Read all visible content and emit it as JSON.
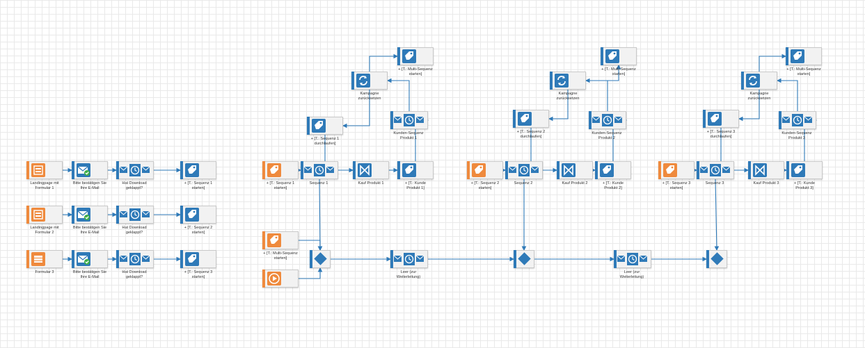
{
  "canvas": {
    "nodes": [
      {
        "id": "n1",
        "type": "orange-form",
        "icon": "landing-page-form-icon",
        "label": "Landingpage mit\nFormular 1"
      },
      {
        "id": "n2",
        "type": "email-check",
        "icon": "email-confirmed-icon",
        "label": "Bitte bestätigen Sie\nIhre E-Mail"
      },
      {
        "id": "n3",
        "type": "wait",
        "icon": "email-wait-email-icon",
        "label": "Hat Download\ngeklappt?"
      },
      {
        "id": "n4",
        "type": "tag",
        "icon": "tag-icon",
        "label": "+ [T.: Sequenz 1\nstarten]"
      },
      {
        "id": "n5",
        "type": "orange-form",
        "icon": "landing-page-form-icon",
        "label": "Landingpage mit\nFormular 2"
      },
      {
        "id": "n6",
        "type": "email-check",
        "icon": "email-confirmed-icon",
        "label": "Bitte bestätigen Sie\nIhre E-Mail"
      },
      {
        "id": "n7",
        "type": "wait",
        "icon": "email-wait-email-icon",
        "label": "Hat Download\ngeklappt?"
      },
      {
        "id": "n8",
        "type": "tag",
        "icon": "tag-icon",
        "label": "+ [T.: Sequenz 2\nstarten]"
      },
      {
        "id": "n9",
        "type": "orange-form2",
        "icon": "form-icon",
        "label": "Formular 3"
      },
      {
        "id": "n10",
        "type": "email-check",
        "icon": "email-confirmed-icon",
        "label": "Bitte bestätigen Sie\nIhre E-Mail"
      },
      {
        "id": "n11",
        "type": "wait",
        "icon": "email-wait-email-icon",
        "label": "Hat Download\ngeklappt?"
      },
      {
        "id": "n12",
        "type": "tag",
        "icon": "tag-icon",
        "label": "+ [T.: Sequenz 3\nstarten]"
      },
      {
        "id": "a1",
        "type": "orange-tag",
        "icon": "orange-tag-icon",
        "label": "+ [T.: Sequenz 1\nstarten]"
      },
      {
        "id": "a2",
        "type": "wait",
        "icon": "email-wait-email-icon",
        "label": "Sequenz 1"
      },
      {
        "id": "a3",
        "type": "product",
        "icon": "digistore-product-icon",
        "label": "Kauf Produkt 1"
      },
      {
        "id": "a4",
        "type": "tag",
        "icon": "tag-icon",
        "label": "+ [T.: Kunde\nProdukt 1]"
      },
      {
        "id": "a5",
        "type": "tag",
        "icon": "tag-icon",
        "label": "+ [T.: Sequenz 1\ndurchlaufen]"
      },
      {
        "id": "a6",
        "type": "reset",
        "icon": "reset-campaign-icon",
        "label": "Kampagne\nzurücksetzen"
      },
      {
        "id": "a7",
        "type": "tag",
        "icon": "tag-icon",
        "label": "+ [T.: Multi-Sequenz\nstarten]"
      },
      {
        "id": "a8",
        "type": "wait",
        "icon": "email-wait-email-icon",
        "label": "Kunden-Sequenz\nProdukt 1"
      },
      {
        "id": "b1",
        "type": "orange-tag",
        "icon": "orange-tag-icon",
        "label": "+ [T.: Sequenz 2\nstarten]"
      },
      {
        "id": "b2",
        "type": "wait",
        "icon": "email-wait-email-icon",
        "label": "Sequenz 2"
      },
      {
        "id": "b3",
        "type": "product",
        "icon": "digistore-product-icon",
        "label": "Kauf Produkt 2"
      },
      {
        "id": "b4",
        "type": "tag",
        "icon": "tag-icon",
        "label": "+ [T.: Kunde\nProdukt 2]"
      },
      {
        "id": "b5",
        "type": "tag",
        "icon": "tag-icon",
        "label": "+ [T.: Sequenz 2\ndurchlaufen]"
      },
      {
        "id": "b6",
        "type": "reset",
        "icon": "reset-campaign-icon",
        "label": "Kampagne\nzurücksetzen"
      },
      {
        "id": "b7",
        "type": "tag",
        "icon": "tag-icon",
        "label": "+ [T.: Multi-Sequenz\nstarten]"
      },
      {
        "id": "b8",
        "type": "wait",
        "icon": "email-wait-email-icon",
        "label": "Kunden-Sequenz\nProdukt 2"
      },
      {
        "id": "c1",
        "type": "orange-tag",
        "icon": "orange-tag-icon",
        "label": "+ [T.: Sequenz 3\nstarten]"
      },
      {
        "id": "c2",
        "type": "wait",
        "icon": "email-wait-email-icon",
        "label": "Sequenz 3"
      },
      {
        "id": "c3",
        "type": "product",
        "icon": "digistore-product-icon",
        "label": "Kauf Produkt 3"
      },
      {
        "id": "c4",
        "type": "tag",
        "icon": "tag-icon",
        "label": "+ [T.: Kunde\nProdukt 3]"
      },
      {
        "id": "c5",
        "type": "tag",
        "icon": "tag-icon",
        "label": "+ [T.: Sequenz 3\ndurchlaufen]"
      },
      {
        "id": "c6",
        "type": "reset",
        "icon": "reset-campaign-icon",
        "label": "Kampagne\nzurücksetzen"
      },
      {
        "id": "c7",
        "type": "tag",
        "icon": "tag-icon",
        "label": "+ [T.: Multi-Sequenz\nstarten]"
      },
      {
        "id": "c8",
        "type": "wait",
        "icon": "email-wait-email-icon",
        "label": "Kunden-Sequenz\nProdukt 3"
      },
      {
        "id": "m1",
        "type": "orange-tag",
        "icon": "orange-tag-icon",
        "label": "+ [T.: Multi-Sequenz\nstarten]"
      },
      {
        "id": "m2",
        "type": "orange-start",
        "icon": "play-start-icon",
        "label": ""
      },
      {
        "id": "d1",
        "type": "decision",
        "icon": "decision-diamond-icon",
        "label": ""
      },
      {
        "id": "m3",
        "type": "wait",
        "icon": "email-wait-email-icon",
        "label": "Leer (zur\nWeiterleitung)"
      },
      {
        "id": "d2",
        "type": "decision",
        "icon": "decision-diamond-icon",
        "label": ""
      },
      {
        "id": "m4",
        "type": "wait",
        "icon": "email-wait-email-icon",
        "label": "Leer (zur\nWeiterleitung)"
      },
      {
        "id": "d3",
        "type": "decision",
        "icon": "decision-diamond-icon",
        "label": ""
      }
    ],
    "edges": [
      [
        "n1",
        "n2"
      ],
      [
        "n2",
        "n3"
      ],
      [
        "n3",
        "n4"
      ],
      [
        "n5",
        "n6"
      ],
      [
        "n6",
        "n7"
      ],
      [
        "n7",
        "n8"
      ],
      [
        "n9",
        "n10"
      ],
      [
        "n10",
        "n11"
      ],
      [
        "n11",
        "n12"
      ],
      [
        "a1",
        "a2"
      ],
      [
        "a2",
        "a3"
      ],
      [
        "a3",
        "a4"
      ],
      [
        "a4",
        "a8"
      ],
      [
        "a8",
        "a6"
      ],
      [
        "a6",
        "a7"
      ],
      [
        "a6",
        "a5"
      ],
      [
        "a5",
        "a2"
      ],
      [
        "a2",
        "d1"
      ],
      [
        "b1",
        "b2"
      ],
      [
        "b2",
        "b3"
      ],
      [
        "b3",
        "b4"
      ],
      [
        "b4",
        "b8"
      ],
      [
        "b8",
        "b6"
      ],
      [
        "b6",
        "b7"
      ],
      [
        "b6",
        "b5"
      ],
      [
        "b5",
        "b2"
      ],
      [
        "b2",
        "d2"
      ],
      [
        "c1",
        "c2"
      ],
      [
        "c2",
        "c3"
      ],
      [
        "c3",
        "c4"
      ],
      [
        "c4",
        "c8"
      ],
      [
        "c8",
        "c6"
      ],
      [
        "c6",
        "c7"
      ],
      [
        "c6",
        "c5"
      ],
      [
        "c5",
        "c2"
      ],
      [
        "c2",
        "d3"
      ],
      [
        "m1",
        "d1"
      ],
      [
        "m2",
        "d1"
      ],
      [
        "d1",
        "m3"
      ],
      [
        "m3",
        "d2"
      ],
      [
        "d2",
        "m4"
      ],
      [
        "m4",
        "d3"
      ]
    ]
  }
}
